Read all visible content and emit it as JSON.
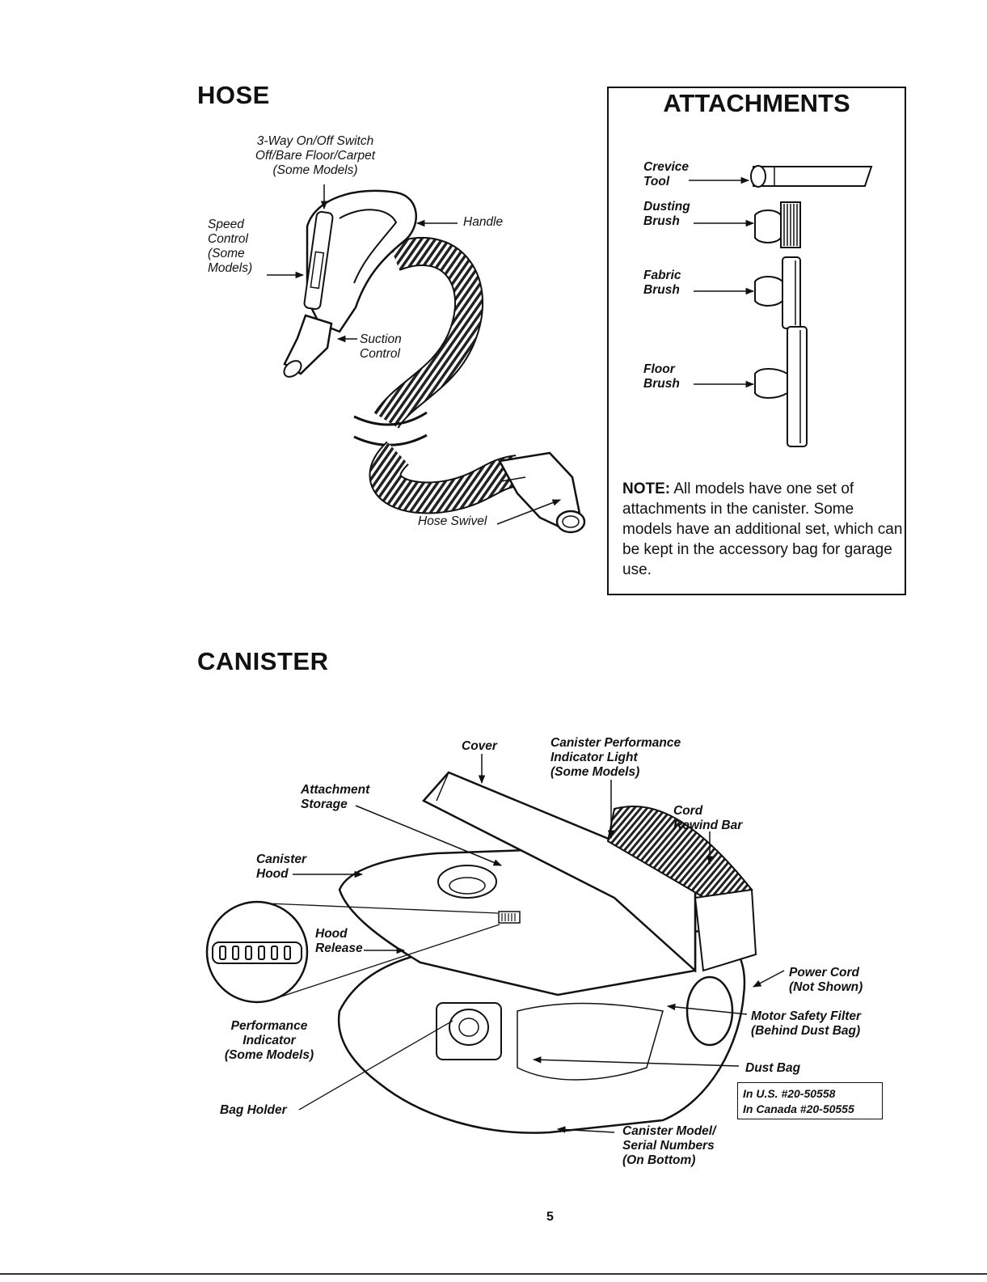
{
  "hose": {
    "title": "HOSE",
    "labels": {
      "switch": "3-Way On/Off Switch\nOff/Bare Floor/Carpet\n(Some Models)",
      "speed_control": "Speed\nControl\n(Some\nModels)",
      "handle": "Handle",
      "suction_control": "Suction\nControl",
      "hose_swivel": "Hose Swivel"
    }
  },
  "attachments": {
    "title": "ATTACHMENTS",
    "items": [
      {
        "label": "Crevice\nTool"
      },
      {
        "label": "Dusting\nBrush"
      },
      {
        "label": "Fabric\nBrush"
      },
      {
        "label": "Floor\nBrush"
      }
    ],
    "note_lead": "NOTE:",
    "note_text": " All models have one set of attachments in the canister. Some models have an additional set, which can be kept in the accessory bag for garage use."
  },
  "canister": {
    "title": "CANISTER",
    "labels": {
      "cover": "Cover",
      "indicator_light": "Canister Performance\nIndicator Light\n(Some Models)",
      "attachment_storage": "Attachment\nStorage",
      "cord_rewind": "Cord\nRewind Bar",
      "canister_hood": "Canister\nHood",
      "hood_release": "Hood\nRelease",
      "power_cord": "Power Cord\n(Not Shown)",
      "motor_filter": "Motor Safety Filter\n(Behind Dust Bag)",
      "performance_indicator": "Performance\nIndicator\n(Some Models)",
      "dust_bag": "Dust Bag",
      "bag_holder": "Bag Holder",
      "model_serial": "Canister Model/\nSerial Numbers\n(On Bottom)"
    },
    "part_numbers": [
      "In U.S. #20-50558",
      "In Canada #20-50555"
    ]
  },
  "page_number": "5"
}
